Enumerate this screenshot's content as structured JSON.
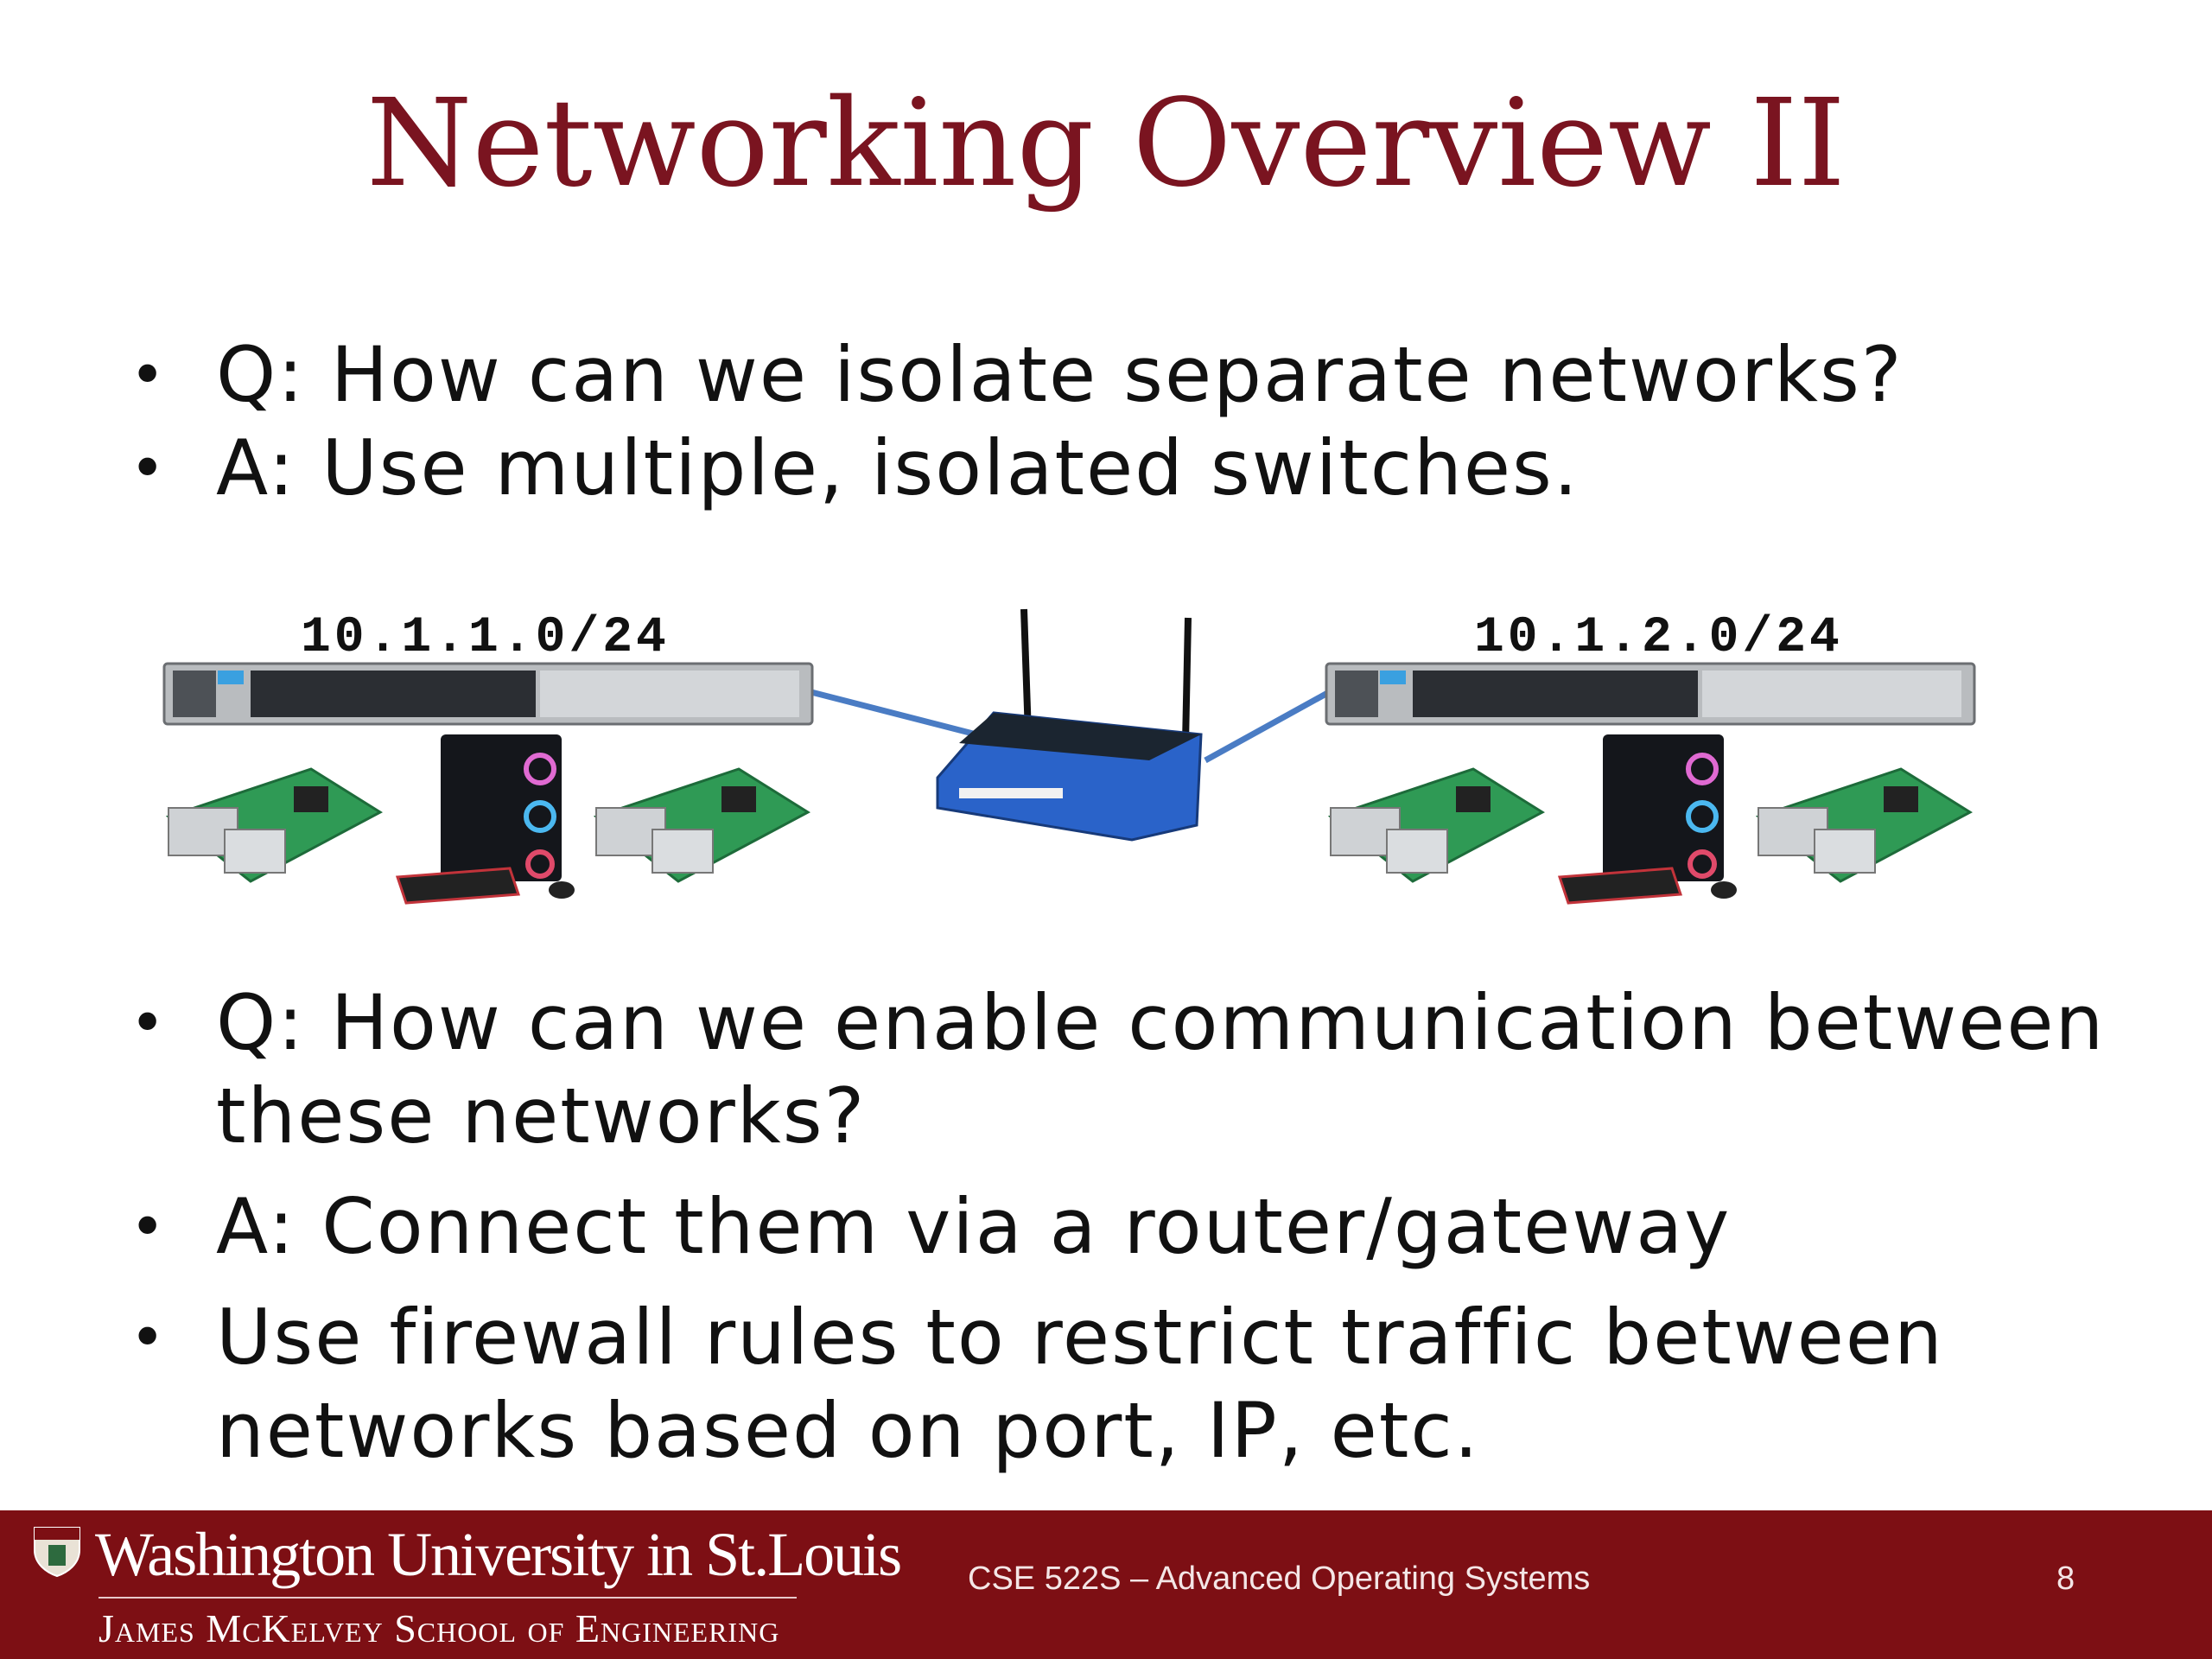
{
  "slide": {
    "title": "Networking Overview II",
    "bullets_top": [
      "Q: How can we isolate separate networks?",
      "A: Use multiple, isolated switches."
    ],
    "bullets_bottom": [
      "Q: How can we enable communication between these networks?",
      "A: Connect them via a router/gateway",
      "Use firewall rules to restrict traffic between networks based on port, IP, etc."
    ],
    "bullet_glyph": "•"
  },
  "diagram": {
    "left_network": "10.1.1.0/24",
    "right_network": "10.1.2.0/24",
    "link_color": "#4a7cc4"
  },
  "footer": {
    "university": "Washington University in St.Louis",
    "school": "James McKelvey School of Engineering",
    "course": "CSE 522S – Advanced Operating Systems",
    "page": "8"
  }
}
